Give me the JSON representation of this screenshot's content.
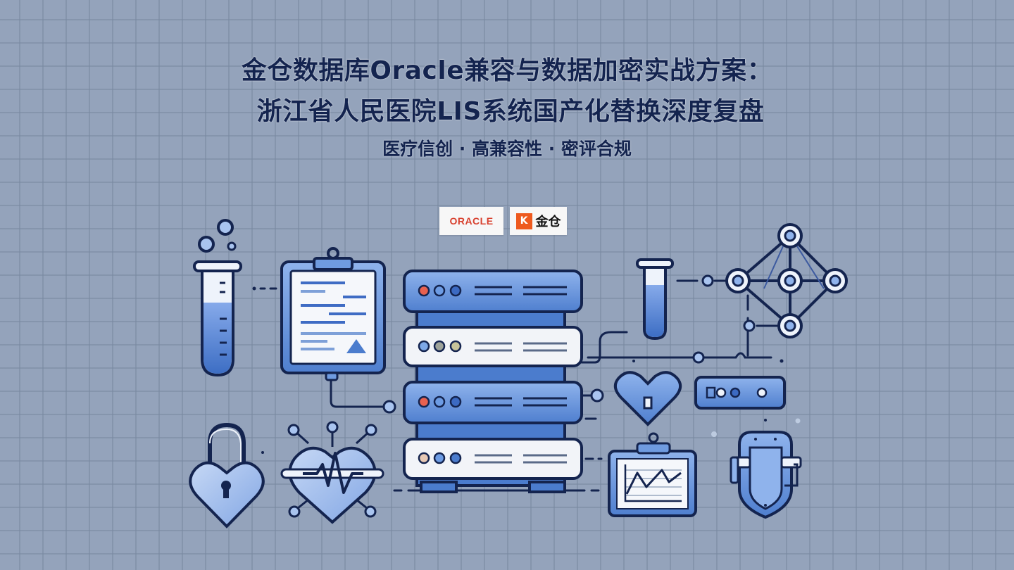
{
  "title": {
    "line1": "金仓数据库Oracle兼容与数据加密实战方案：",
    "line2": "浙江省人民医院LIS系统国产化替换深度复盘",
    "subtitle": "医疗信创 · 高兼容性 · 密评合规"
  },
  "logos": {
    "oracle": "ORACLE",
    "kingbase_mark": "K",
    "kingbase_text": "金仓"
  },
  "colors": {
    "background": "#94a3bb",
    "title_text": "#14244f",
    "outline": "#14244f",
    "primary_blue": "#5b8ad6",
    "light_blue": "#a9c4ef",
    "panel_white": "#f2f4f8",
    "oracle_red": "#d8412f",
    "kingbase_orange": "#ee5a1f",
    "led_red": "#e8614f"
  },
  "illustration": {
    "icons": [
      "test-tube-with-bubbles",
      "clipboard-lab-report",
      "server-rack",
      "small-test-tube",
      "network-node-diagram",
      "heart-puzzle",
      "network-switch",
      "heart-padlock",
      "heart-pulse",
      "clipboard-line-chart",
      "shield-device"
    ]
  }
}
